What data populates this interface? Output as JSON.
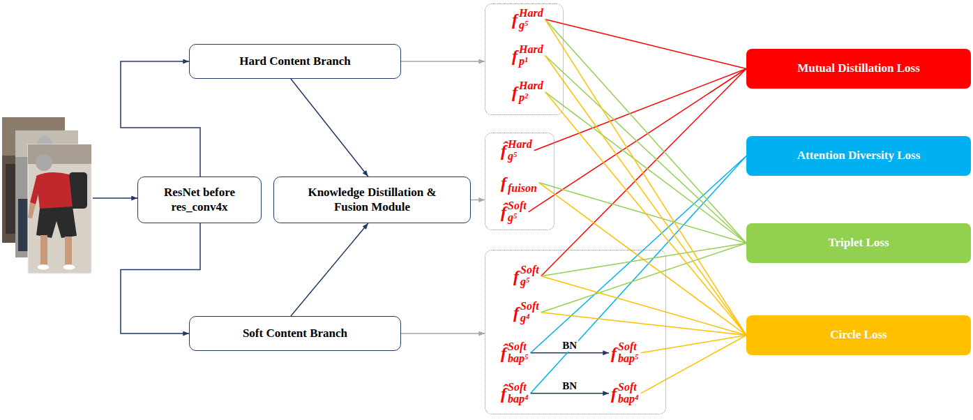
{
  "diagram": {
    "nodes": [
      {
        "text": [
          "Hard Content Branch"
        ]
      },
      {
        "text": [
          "ResNet before res_conv4x"
        ]
      },
      {
        "text": [
          "Knowledge Distillation & Fusion Module"
        ]
      },
      {
        "text": [
          "Soft Content Branch"
        ]
      },
      {
        "text": []
      },
      {
        "text": [
          "f",
          "g⁵",
          "Hard"
        ],
        "in": 4
      },
      {
        "text": [
          "f",
          "p¹",
          "Hard"
        ],
        "in": 4
      },
      {
        "text": [
          "f",
          "p²",
          "Hard"
        ],
        "in": 4
      },
      {
        "text": []
      },
      {
        "text": [
          "f̂",
          "g⁵",
          "Hard"
        ],
        "in": 8
      },
      {
        "text": [
          "f",
          "fuison"
        ],
        "in": 8
      },
      {
        "text": [
          "f̂",
          "g⁵",
          "Soft"
        ],
        "in": 8
      },
      {
        "text": []
      },
      {
        "text": [
          "f",
          "g⁵",
          "Soft"
        ],
        "in": 12
      },
      {
        "text": [
          "f",
          "g⁴",
          "Soft"
        ],
        "in": 12
      },
      {
        "text": [
          "f̂",
          "bap⁵",
          "Soft"
        ],
        "in": 12
      },
      {
        "text": [
          "f",
          "bap⁵",
          "Soft"
        ],
        "in": 12
      },
      {
        "text": [
          "f̂",
          "bap⁴",
          "Soft"
        ],
        "in": 12
      },
      {
        "text": [
          "f",
          "bap⁴",
          "Soft"
        ],
        "in": 12
      },
      {
        "text": [
          "Mutual Distillation Loss"
        ]
      },
      {
        "text": [
          "Attention Diversity Loss"
        ]
      },
      {
        "text": [
          "Triplet Loss"
        ]
      },
      {
        "text": [
          "Circle Loss"
        ]
      }
    ],
    "edges": [
      {
        "from": 1,
        "to": 0,
        "arrow": "to"
      },
      {
        "from": 1,
        "to": 3,
        "arrow": "to"
      },
      {
        "from": 0,
        "to": 2,
        "arrow": "to"
      },
      {
        "from": 3,
        "to": 2,
        "arrow": "to"
      },
      {
        "from": 0,
        "to": 4,
        "arrow": "to"
      },
      {
        "from": 2,
        "to": 8,
        "arrow": "to"
      },
      {
        "from": 3,
        "to": 12,
        "arrow": "to"
      },
      {
        "from": 15,
        "to": 16,
        "label": "BN",
        "arrow": "to"
      },
      {
        "from": 17,
        "to": 18,
        "label": "BN",
        "arrow": "to"
      },
      {
        "from": 5,
        "to": 19,
        "arrow": "none"
      },
      {
        "from": 9,
        "to": 19,
        "arrow": "none"
      },
      {
        "from": 11,
        "to": 19,
        "arrow": "none"
      },
      {
        "from": 13,
        "to": 19,
        "arrow": "none"
      },
      {
        "from": 15,
        "to": 20,
        "arrow": "none"
      },
      {
        "from": 17,
        "to": 20,
        "arrow": "none"
      },
      {
        "from": 5,
        "to": 21,
        "arrow": "none"
      },
      {
        "from": 6,
        "to": 21,
        "arrow": "none"
      },
      {
        "from": 7,
        "to": 21,
        "arrow": "none"
      },
      {
        "from": 10,
        "to": 21,
        "arrow": "none"
      },
      {
        "from": 13,
        "to": 21,
        "arrow": "none"
      },
      {
        "from": 14,
        "to": 21,
        "arrow": "none"
      },
      {
        "from": 5,
        "to": 22,
        "arrow": "none"
      },
      {
        "from": 6,
        "to": 22,
        "arrow": "none"
      },
      {
        "from": 7,
        "to": 22,
        "arrow": "none"
      },
      {
        "from": 10,
        "to": 22,
        "arrow": "none"
      },
      {
        "from": 13,
        "to": 22,
        "arrow": "none"
      },
      {
        "from": 14,
        "to": 22,
        "arrow": "none"
      },
      {
        "from": 16,
        "to": 22,
        "arrow": "none"
      },
      {
        "from": 18,
        "to": 22,
        "arrow": "none"
      }
    ]
  }
}
